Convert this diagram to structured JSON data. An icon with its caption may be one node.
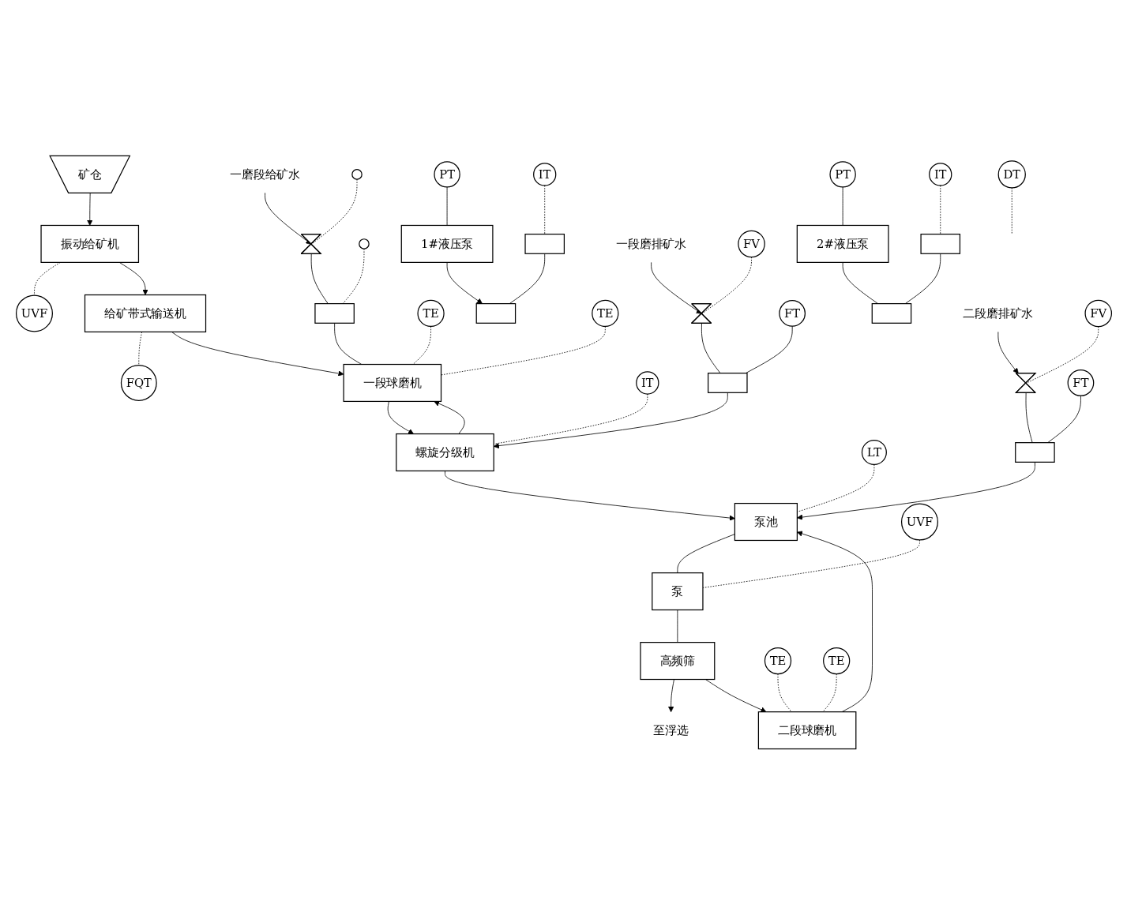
{
  "diagram": {
    "nodes": [
      {
        "text": [
          "矿仓"
        ]
      },
      {
        "text": [
          "振动给矿机"
        ]
      },
      {
        "text": [
          "UVF"
        ]
      },
      {
        "text": [
          "给矿带式输送机"
        ]
      },
      {
        "text": [
          "FQT"
        ]
      },
      {
        "text": [
          "一磨段给矿水"
        ]
      },
      {
        "text": [],
        "shape": "circle"
      },
      {
        "text": [],
        "shape": "valve"
      },
      {
        "text": [],
        "shape": "circle"
      },
      {
        "text": [],
        "shape": "box"
      },
      {
        "text": [
          "TE"
        ]
      },
      {
        "text": [
          "一段球磨机"
        ]
      },
      {
        "text": [
          "PT"
        ]
      },
      {
        "text": [
          "1#液压泵"
        ]
      },
      {
        "text": [
          "IT"
        ]
      },
      {
        "text": [],
        "shape": "box"
      },
      {
        "text": [],
        "shape": "bar"
      },
      {
        "text": [
          "TE"
        ]
      },
      {
        "text": [
          "螺旋分级机"
        ]
      },
      {
        "text": [
          "IT"
        ]
      },
      {
        "text": [
          "DT"
        ]
      },
      {
        "text": [
          "一段磨排矿水"
        ]
      },
      {
        "text": [],
        "shape": "valve"
      },
      {
        "text": [
          "FV"
        ]
      },
      {
        "text": [],
        "shape": "box"
      },
      {
        "text": [
          "FT"
        ]
      },
      {
        "text": [
          "泵池"
        ]
      },
      {
        "text": [
          "LT"
        ]
      },
      {
        "text": [
          "UVF"
        ]
      },
      {
        "text": [
          "泵"
        ]
      },
      {
        "text": [
          "高频筛"
        ]
      },
      {
        "text": [
          "至浮选"
        ]
      },
      {
        "text": [
          "二段球磨机"
        ]
      },
      {
        "text": [
          "TE"
        ]
      },
      {
        "text": [
          "PT"
        ]
      },
      {
        "text": [
          "2#液压泵"
        ]
      },
      {
        "text": [],
        "shape": "box"
      },
      {
        "text": [
          "IT"
        ]
      },
      {
        "text": [],
        "shape": "bar"
      },
      {
        "text": [
          "TE"
        ]
      },
      {
        "text": [
          "二段磨排矿水"
        ]
      },
      {
        "text": [],
        "shape": "valve"
      },
      {
        "text": [
          "FV"
        ]
      },
      {
        "text": [],
        "shape": "box"
      },
      {
        "text": [
          "FT"
        ]
      }
    ],
    "edges": [
      {
        "from": 0,
        "to": 1,
        "arrow": "to"
      },
      {
        "from": 1,
        "to": 2,
        "arrow": "none",
        "style": "dashed"
      },
      {
        "from": 1,
        "to": 3,
        "arrow": "to"
      },
      {
        "from": 3,
        "to": 4,
        "arrow": "none",
        "style": "dashed"
      },
      {
        "from": 3,
        "to": 11,
        "arrow": "to"
      },
      {
        "from": 5,
        "to": 7,
        "arrow": "to"
      },
      {
        "from": 6,
        "to": 7,
        "arrow": "none",
        "style": "dashed"
      },
      {
        "from": 7,
        "to": 9,
        "arrow": "none"
      },
      {
        "from": 8,
        "to": 9,
        "arrow": "none",
        "style": "dashed"
      },
      {
        "from": 9,
        "to": 11,
        "arrow": "none"
      },
      {
        "from": 10,
        "to": 11,
        "arrow": "none",
        "style": "dashed"
      },
      {
        "from": 12,
        "to": 13,
        "arrow": "none"
      },
      {
        "from": 13,
        "to": 16,
        "arrow": "to"
      },
      {
        "from": 14,
        "to": 15,
        "arrow": "none",
        "style": "dashed"
      },
      {
        "from": 15,
        "to": 16,
        "arrow": "none"
      },
      {
        "from": 17,
        "to": 11,
        "arrow": "none",
        "style": "dashed"
      },
      {
        "from": 11,
        "to": 18,
        "arrow": "to"
      },
      {
        "from": 18,
        "to": 11,
        "arrow": "to"
      },
      {
        "from": 19,
        "to": 18,
        "arrow": "none",
        "style": "dashed"
      },
      {
        "from": 21,
        "to": 22,
        "arrow": "to"
      },
      {
        "from": 22,
        "to": 24,
        "arrow": "none"
      },
      {
        "from": 23,
        "to": 22,
        "arrow": "none",
        "style": "dashed"
      },
      {
        "from": 25,
        "to": 24,
        "arrow": "none"
      },
      {
        "from": 24,
        "to": 18,
        "arrow": "to"
      },
      {
        "from": 18,
        "to": 26,
        "arrow": "to"
      },
      {
        "from": 20,
        "to": null,
        "arrow": "none",
        "style": "dashed"
      },
      {
        "from": 27,
        "to": 26,
        "arrow": "none",
        "style": "dashed"
      },
      {
        "from": 28,
        "to": 29,
        "arrow": "none",
        "style": "dashed"
      },
      {
        "from": 26,
        "to": 29,
        "arrow": "none"
      },
      {
        "from": 29,
        "to": 30,
        "arrow": "none"
      },
      {
        "from": 30,
        "to": 31,
        "arrow": "to"
      },
      {
        "from": 30,
        "to": 32,
        "arrow": "to"
      },
      {
        "from": 33,
        "to": 32,
        "arrow": "none",
        "style": "dashed"
      },
      {
        "from": 34,
        "to": 35,
        "arrow": "none"
      },
      {
        "from": 35,
        "to": 38,
        "arrow": "none"
      },
      {
        "from": 37,
        "to": 36,
        "arrow": "none",
        "style": "dashed"
      },
      {
        "from": 36,
        "to": 38,
        "arrow": "none"
      },
      {
        "from": 39,
        "to": 32,
        "arrow": "none",
        "style": "dashed"
      },
      {
        "from": 32,
        "to": 26,
        "arrow": "to"
      },
      {
        "from": 40,
        "to": 41,
        "arrow": "to"
      },
      {
        "from": 42,
        "to": 41,
        "arrow": "none",
        "style": "dashed"
      },
      {
        "from": 41,
        "to": 43,
        "arrow": "none"
      },
      {
        "from": 44,
        "to": 43,
        "arrow": "none"
      },
      {
        "from": 43,
        "to": 26,
        "arrow": "to"
      }
    ]
  }
}
